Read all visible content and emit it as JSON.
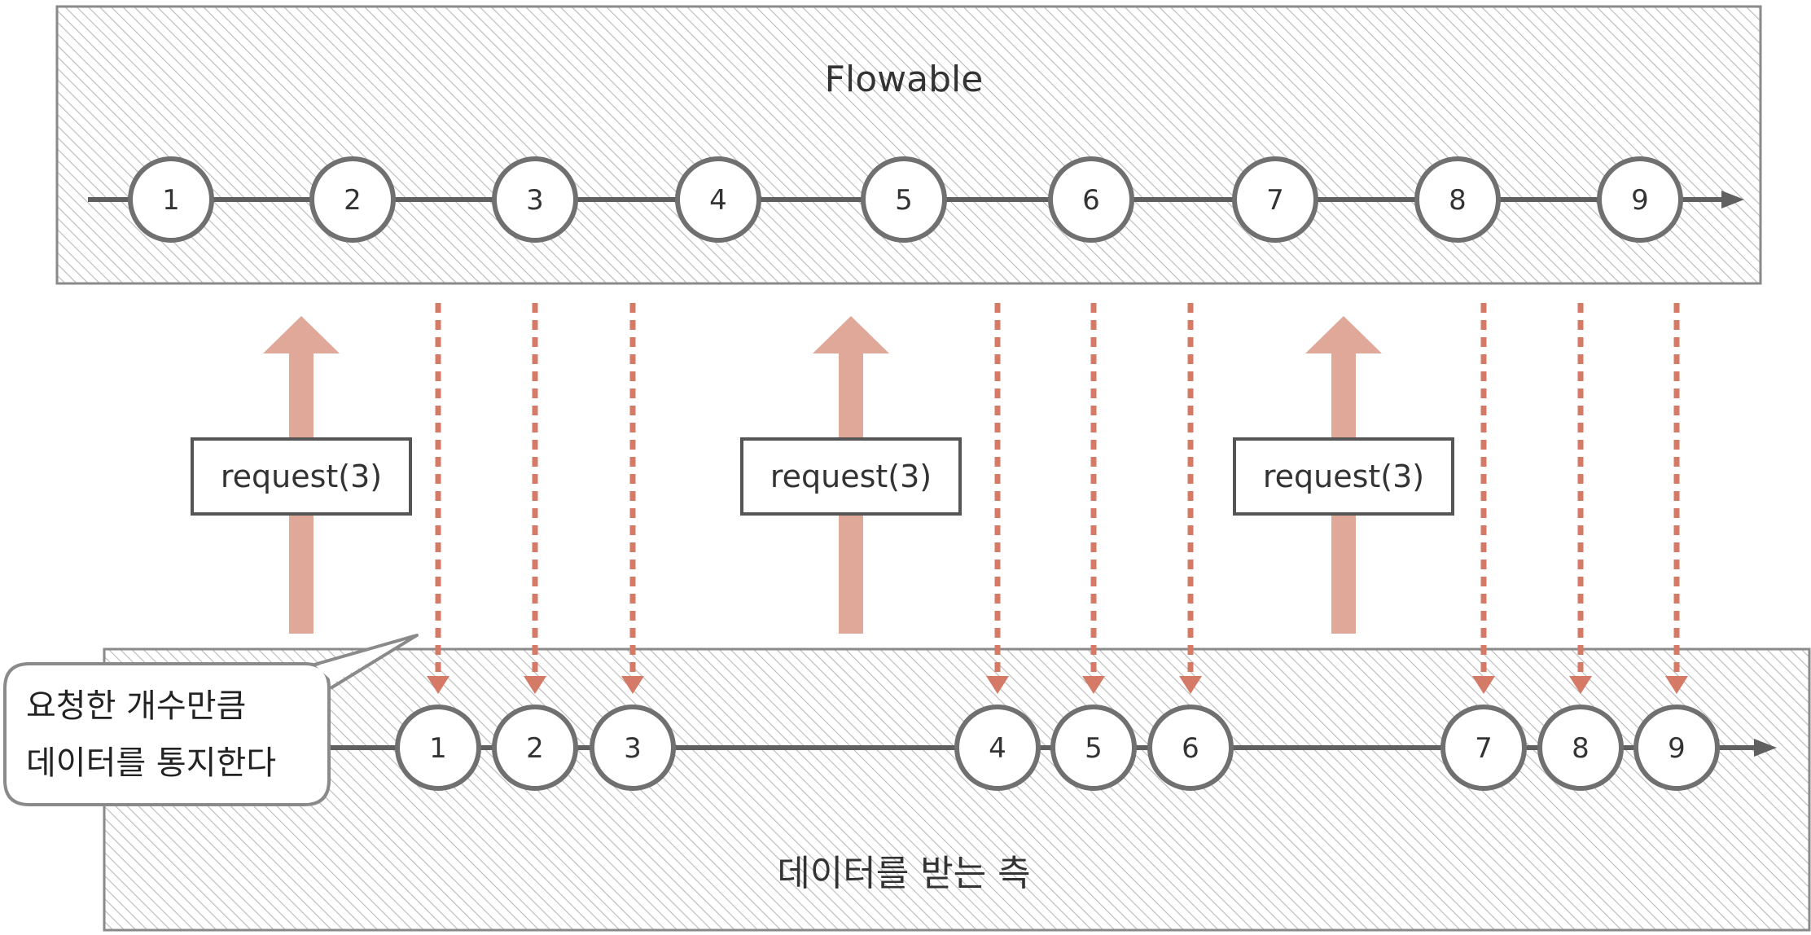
{
  "top_panel": {
    "title": "Flowable"
  },
  "bottom_panel": {
    "title": "데이터를 받는 측"
  },
  "top_marbles": [
    "1",
    "2",
    "3",
    "4",
    "5",
    "6",
    "7",
    "8",
    "9"
  ],
  "bottom_marbles": [
    "1",
    "2",
    "3",
    "4",
    "5",
    "6",
    "7",
    "8",
    "9"
  ],
  "requests": [
    {
      "label": "request(3)"
    },
    {
      "label": "request(3)"
    },
    {
      "label": "request(3)"
    }
  ],
  "callout": {
    "lines": [
      "요청한 개수만큼",
      "데이터를 통지한다"
    ]
  },
  "colors": {
    "panel_border": "#8a8a8a",
    "hatch": "#b9b9b9",
    "timeline": "#606060",
    "marble_border": "#707070",
    "request_arrow": "#e0a898",
    "emission_arrow": "#d47a66"
  }
}
